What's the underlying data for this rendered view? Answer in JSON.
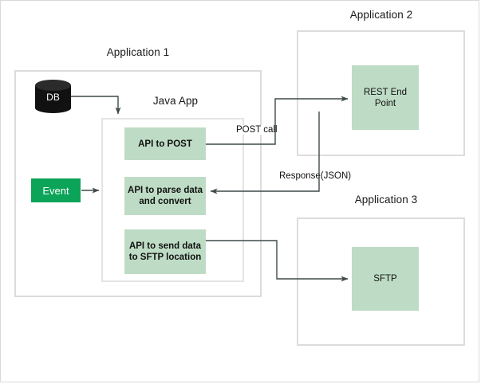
{
  "diagram": {
    "title_labels": [
      {
        "key": "app1",
        "text": "Application 1"
      },
      {
        "key": "app2",
        "text": "Application 2"
      },
      {
        "key": "app3",
        "text": "Application 3"
      },
      {
        "key": "javaapp",
        "text": "Java App"
      }
    ],
    "nodes": {
      "db": "DB",
      "event": "Event",
      "api_post": "API to POST",
      "api_parse": "API to parse data and convert",
      "api_sftp": "API to send data to SFTP location",
      "rest_endpoint": "REST End Point",
      "sftp": "SFTP"
    },
    "edge_labels": {
      "post_call": "POST call",
      "response_json": "Response(JSON)"
    },
    "colors": {
      "node_fill": "#bedcc5",
      "event_fill": "#0ca458",
      "db_fill": "#111111",
      "container_border": "#dcdcdc",
      "inner_border": "#e4e4e4",
      "connector": "#3b3b3b",
      "page_border": "#d9d9d9",
      "text": "#111111"
    }
  }
}
